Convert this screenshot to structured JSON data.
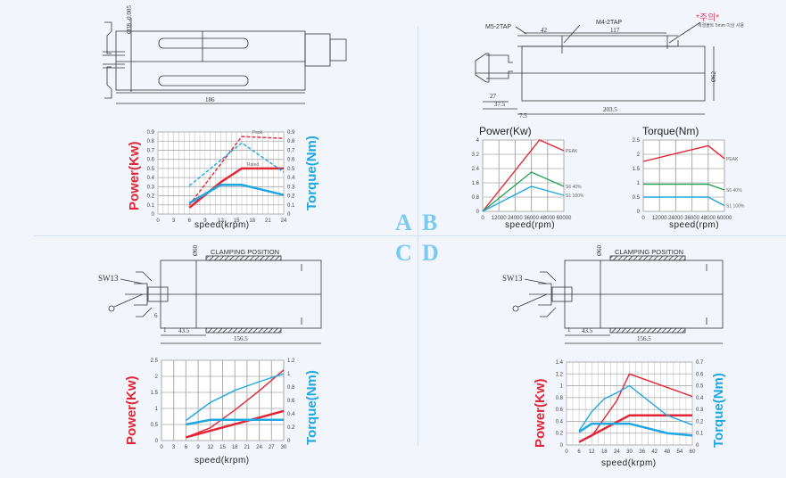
{
  "quadrants": {
    "a": "A",
    "b": "B",
    "c": "C",
    "d": "D"
  },
  "drawing_a": {
    "length_dim": "186",
    "dia_dim": "Ø38 -0.005"
  },
  "drawing_b": {
    "tap_m5": "M5-2TAP",
    "tap_m4": "M4-2TAP",
    "dim_42": "42",
    "dim_117": "117",
    "caution": "*주의*",
    "caution_note": "체결볼트 5mm 이상 사용",
    "dim_27": "27",
    "dim_37_5": "37.5",
    "dim_7_5": "7.5",
    "dim_203_5": "203.5",
    "dia": "Ø62"
  },
  "drawing_c": {
    "clamp": "CLAMPING POSITION",
    "wrench": "SW13",
    "dim_43_5": "43.5",
    "dim_156_5": "156.5",
    "dim_1": "1",
    "dim_6": "6",
    "dia": "Ø60"
  },
  "drawing_d": {
    "clamp": "CLAMPING POSITION",
    "wrench": "SW13",
    "dim_43_5": "43.5",
    "dim_156_5": "156.5",
    "dim_1": "1",
    "dia": "Ø60"
  },
  "colors": {
    "power": "#e32636",
    "torque": "#1ea7e1",
    "green": "#22a355",
    "quad": "#7ccaf0"
  },
  "chart_data": [
    {
      "id": "A",
      "type": "line",
      "xlabel": "speed(krpm)",
      "ylabel": "Power(Kw)",
      "y2label": "Torque(Nm)",
      "xlim": [
        0,
        24
      ],
      "xticks": [
        0,
        3,
        6,
        9,
        12,
        15,
        18,
        21,
        24
      ],
      "ylim": [
        0,
        0.9
      ],
      "yticks": [
        0,
        0.1,
        0.2,
        0.3,
        0.4,
        0.5,
        0.6,
        0.7,
        0.8,
        0.9
      ],
      "y2lim": [
        0,
        0.9
      ],
      "y2ticks": [
        0,
        0.1,
        0.2,
        0.3,
        0.4,
        0.5,
        0.6,
        0.7,
        0.8,
        0.9
      ],
      "annotations": [
        "Peak",
        "Rated"
      ],
      "series": [
        {
          "name": "Power peak",
          "axis": "y",
          "color": "power",
          "dashed": true,
          "x": [
            6,
            16,
            24
          ],
          "y": [
            0.1,
            0.85,
            0.83
          ]
        },
        {
          "name": "Power rated",
          "axis": "y",
          "color": "power",
          "width": 2.5,
          "x": [
            6,
            12,
            16,
            24
          ],
          "y": [
            0.07,
            0.35,
            0.5,
            0.5
          ]
        },
        {
          "name": "Torque peak",
          "axis": "y2",
          "color": "torque",
          "dashed": true,
          "x": [
            6,
            16,
            24
          ],
          "y": [
            0.31,
            0.78,
            0.46
          ]
        },
        {
          "name": "Torque rated",
          "axis": "y2",
          "color": "torque",
          "width": 2.5,
          "x": [
            6,
            12,
            16,
            24
          ],
          "y": [
            0.12,
            0.32,
            0.32,
            0.21
          ]
        }
      ]
    },
    {
      "id": "B1",
      "type": "line",
      "title": "Power(Kw)",
      "xlabel": "speed(rpm)",
      "xlim": [
        0,
        60000
      ],
      "xticks": [
        0,
        12000,
        24000,
        36000,
        48000,
        60000
      ],
      "ylim": [
        0,
        4
      ],
      "yticks": [
        0,
        0.8,
        1.6,
        2.4,
        3.2,
        4
      ],
      "series": [
        {
          "name": "PEAK",
          "axis": "y",
          "color": "power",
          "x": [
            0,
            42000,
            60000
          ],
          "y": [
            0,
            4,
            3.4
          ]
        },
        {
          "name": "S6 40%",
          "axis": "y",
          "color": "green",
          "x": [
            0,
            36000,
            60000
          ],
          "y": [
            0,
            2.2,
            1.4
          ]
        },
        {
          "name": "S1 100%",
          "axis": "y",
          "color": "torque",
          "x": [
            0,
            36000,
            60000
          ],
          "y": [
            0,
            1.4,
            0.9
          ]
        }
      ]
    },
    {
      "id": "B2",
      "type": "line",
      "title": "Torque(Nm)",
      "xlabel": "speed(rpm)",
      "xlim": [
        0,
        60000
      ],
      "xticks": [
        0,
        12000,
        24000,
        36000,
        48000,
        60000
      ],
      "ylim": [
        0,
        2.5
      ],
      "yticks": [
        0,
        0.5,
        1,
        1.5,
        2,
        2.5
      ],
      "series": [
        {
          "name": "PEAK",
          "axis": "y",
          "color": "power",
          "x": [
            0,
            48000,
            60000
          ],
          "y": [
            1.75,
            2.3,
            1.85
          ]
        },
        {
          "name": "S6 40%",
          "axis": "y",
          "color": "green",
          "x": [
            0,
            48000,
            60000
          ],
          "y": [
            0.95,
            0.95,
            0.75
          ]
        },
        {
          "name": "S1 100%",
          "axis": "y",
          "color": "torque",
          "x": [
            0,
            48000,
            60000
          ],
          "y": [
            0.5,
            0.5,
            0.2
          ]
        }
      ]
    },
    {
      "id": "C",
      "type": "line",
      "xlabel": "speed(krpm)",
      "ylabel": "Power(Kw)",
      "y2label": "Torque(Nm)",
      "xlim": [
        0,
        30
      ],
      "xticks": [
        0,
        3,
        6,
        9,
        12,
        15,
        18,
        21,
        24,
        27,
        30
      ],
      "ylim": [
        0,
        2.5
      ],
      "yticks": [
        0.0,
        0.5,
        1.0,
        1.5,
        2.0,
        2.5
      ],
      "y2lim": [
        0,
        1.2
      ],
      "y2ticks": [
        0.0,
        0.2,
        0.4,
        0.6,
        0.8,
        1.0,
        1.2
      ],
      "series": [
        {
          "name": "Power peak",
          "axis": "y",
          "color": "power",
          "x": [
            6,
            12,
            18,
            24,
            30
          ],
          "y": [
            0.1,
            0.4,
            0.95,
            1.55,
            2.2
          ]
        },
        {
          "name": "Power rated",
          "axis": "y",
          "color": "power",
          "width": 2.5,
          "x": [
            6,
            30
          ],
          "y": [
            0.1,
            0.92
          ]
        },
        {
          "name": "Torque peak",
          "axis": "y2",
          "color": "torque",
          "x": [
            6,
            12,
            18,
            24,
            30
          ],
          "y": [
            0.3,
            0.57,
            0.75,
            0.88,
            1.0
          ]
        },
        {
          "name": "Torque rated",
          "axis": "y2",
          "color": "torque",
          "width": 2.5,
          "x": [
            6,
            12,
            30
          ],
          "y": [
            0.24,
            0.31,
            0.31
          ]
        }
      ]
    },
    {
      "id": "D",
      "type": "line",
      "xlabel": "speed(krpm)",
      "ylabel": "Power(Kw)",
      "y2label": "Torque(Nm)",
      "xlim": [
        0,
        60
      ],
      "xticks": [
        0,
        6,
        12,
        18,
        24,
        30,
        36,
        42,
        48,
        54,
        60
      ],
      "ylim": [
        0,
        1.4
      ],
      "yticks": [
        0.0,
        0.2,
        0.4,
        0.6,
        0.8,
        1.0,
        1.2,
        1.4
      ],
      "y2lim": [
        0,
        0.7
      ],
      "y2ticks": [
        0.0,
        0.1,
        0.2,
        0.3,
        0.4,
        0.5,
        0.6,
        0.7
      ],
      "series": [
        {
          "name": "Power peak",
          "axis": "y",
          "color": "power",
          "x": [
            6,
            12,
            18,
            24,
            30,
            60
          ],
          "y": [
            0.05,
            0.15,
            0.45,
            0.75,
            1.2,
            0.82
          ]
        },
        {
          "name": "Power rated",
          "axis": "y",
          "color": "power",
          "width": 2.5,
          "x": [
            6,
            30,
            60
          ],
          "y": [
            0.05,
            0.5,
            0.5
          ]
        },
        {
          "name": "Torque peak",
          "axis": "y2",
          "color": "torque",
          "x": [
            6,
            12,
            18,
            24,
            30,
            48,
            60
          ],
          "y": [
            0.12,
            0.28,
            0.39,
            0.44,
            0.5,
            0.25,
            0.17
          ]
        },
        {
          "name": "Torque rated",
          "axis": "y2",
          "color": "torque",
          "width": 2.5,
          "x": [
            6,
            12,
            30,
            48,
            60
          ],
          "y": [
            0.11,
            0.18,
            0.18,
            0.1,
            0.08
          ]
        }
      ]
    }
  ]
}
